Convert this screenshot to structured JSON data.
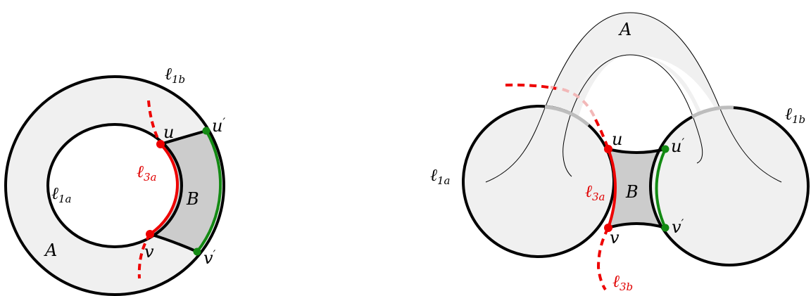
{
  "colors": {
    "outline": "#000000",
    "region_light": "#f0f0f0",
    "region_dark": "#cccccc",
    "red_curve": "#ee0000",
    "green_curve": "#138a13"
  },
  "left_figure": {
    "labels": {
      "A": "A",
      "B": "B",
      "l1a_main": "ℓ",
      "l1a_sub": "1a",
      "l1b_main": "ℓ",
      "l1b_sub": "1b",
      "l3a_main": "ℓ",
      "l3a_sub": "3a",
      "u": "u",
      "u_prime": "u",
      "u_prime_mark": "′",
      "v": "v",
      "v_prime": "v",
      "v_prime_mark": "′"
    }
  },
  "right_figure": {
    "labels": {
      "A": "A",
      "B": "B",
      "l1a_main": "ℓ",
      "l1a_sub": "1a",
      "l1b_main": "ℓ",
      "l1b_sub": "1b",
      "l3a_main": "ℓ",
      "l3a_sub": "3a",
      "l3b_main": "ℓ",
      "l3b_sub": "3b",
      "u": "u",
      "u_prime": "u",
      "u_prime_mark": "′",
      "v": "v",
      "v_prime": "v",
      "v_prime_mark": "′"
    }
  }
}
